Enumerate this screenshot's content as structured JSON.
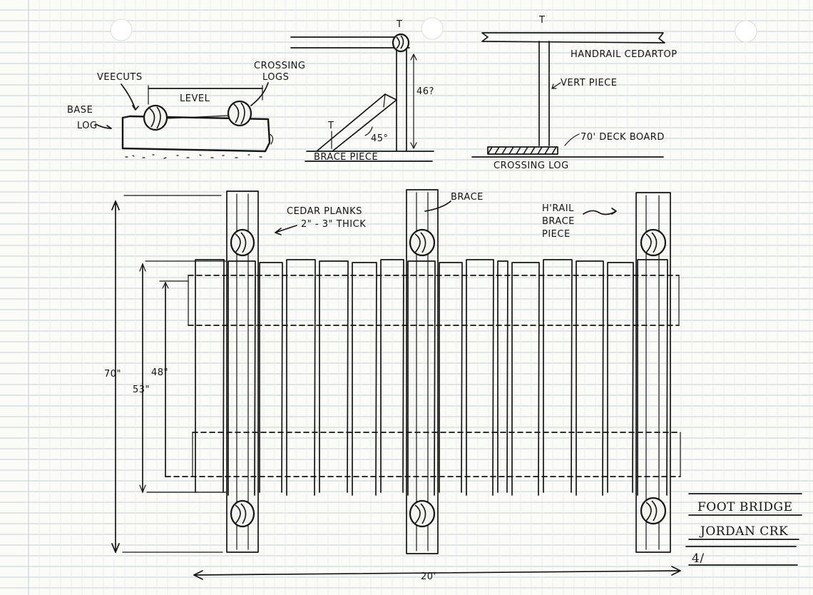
{
  "side_view": {
    "labels": {
      "vee_cuts": "VEECUTS",
      "crossing_logs": [
        "CROSSING",
        "LOGS"
      ],
      "base_log": [
        "BASE",
        "LOG"
      ],
      "level": "LEVEL"
    }
  },
  "rail_section": {
    "labels": {
      "height": "46?",
      "angle": "45°",
      "brace_piece": "BRACE PIECE"
    }
  },
  "handrail_section": {
    "labels": {
      "handrail": "HANDRAIL CEDARTOP",
      "vert_piece": "VERT PIECE",
      "deck_board": "70' DECK BOARD",
      "crossing_log": "CROSSING LOG"
    }
  },
  "plan_view": {
    "labels": {
      "cedar_planks": [
        "CEDAR PLANKS",
        "2\" - 3\" THICK"
      ],
      "brace": "BRACE",
      "hrail_brace": [
        "H'RAIL",
        "BRACE",
        "PIECE"
      ]
    },
    "dimensions": {
      "overall_width": "70\"",
      "inner_width": "53\"",
      "rail_spacing": "48\"",
      "length": "20'"
    }
  },
  "title_block": {
    "line1": "FOOT BRIDGE",
    "line2": "JORDAN CRK",
    "sheet": "4/"
  }
}
